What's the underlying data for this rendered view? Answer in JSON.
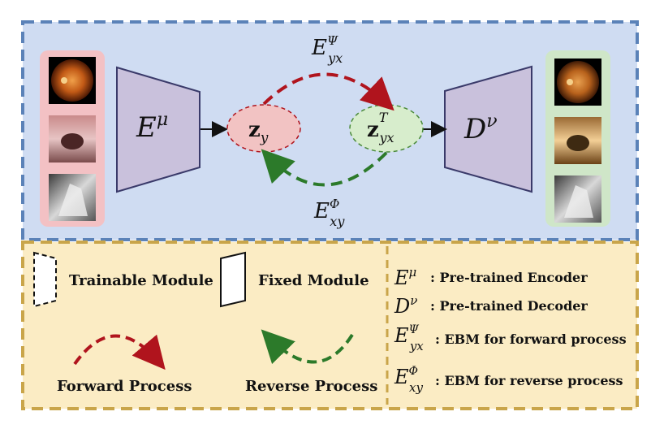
{
  "diagram": {
    "encoder": {
      "base": "E",
      "sup": "μ"
    },
    "decoder": {
      "base": "D",
      "sup": "ν"
    },
    "latent_source": {
      "base": "z",
      "sub": "y"
    },
    "latent_target": {
      "base": "z",
      "sub": "yx",
      "sup": "T"
    },
    "forward_ebm": {
      "base": "E",
      "sub": "yx",
      "sup": "Ψ"
    },
    "reverse_ebm": {
      "base": "E",
      "sub": "xy",
      "sup": "Φ"
    }
  },
  "inputs": [
    "fundus-image",
    "endoscopy-image",
    "xray-image"
  ],
  "outputs": [
    "fundus-image-translated",
    "endoscopy-image-translated",
    "xray-image-translated"
  ],
  "legend": {
    "trainable": "Trainable Module",
    "fixed": "Fixed Module",
    "forward": "Forward Process",
    "reverse": "Reverse Process",
    "enc_desc": ": Pre-trained Encoder",
    "dec_desc": ": Pre-trained Decoder",
    "fwd_desc": ": EBM for forward process",
    "rev_desc": ": EBM for reverse process"
  },
  "colors": {
    "top_bg": "#cfdcf2",
    "top_border": "#5b82b8",
    "bottom_bg": "#fbecc4",
    "bottom_border": "#c9a54a",
    "input_panel": "#f3c1c4",
    "output_panel": "#cfe6c8",
    "module_fill": "#c9c1dc",
    "zy_fill": "#f2c3c3",
    "zyx_fill": "#d7edcc",
    "forward_arrow": "#b0141d",
    "reverse_arrow": "#2c7a2a"
  }
}
